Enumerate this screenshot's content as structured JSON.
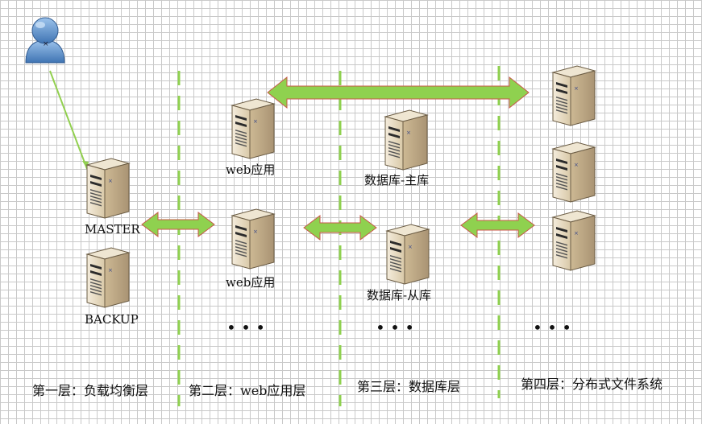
{
  "nodes": {
    "user": {
      "label": ""
    },
    "master": {
      "label": "MASTER"
    },
    "backup": {
      "label": "BACKUP"
    },
    "web1": {
      "label": "web应用"
    },
    "web2": {
      "label": "web应用"
    },
    "db_master": {
      "label": "数据库-主库"
    },
    "db_slave": {
      "label": "数据库-从库"
    },
    "fs1": {
      "label": ""
    },
    "fs2": {
      "label": ""
    },
    "fs3": {
      "label": ""
    }
  },
  "layers": [
    {
      "label": "第一层：负载均衡层"
    },
    {
      "label": "第二层：web应用层"
    },
    {
      "label": "第三层：数据库层"
    },
    {
      "label": "第四层：分布式文件系统"
    }
  ],
  "ellipsis": [
    "•  •  •",
    "•  •  •",
    "•  •  •"
  ],
  "colors": {
    "arrow_fill": "#8fd14f",
    "arrow_stroke": "#c8574a",
    "divider": "#8fd14f",
    "connector": "#92d050",
    "server_body": "#e8dcc3",
    "server_side": "#c3b08d",
    "user_blue": "#5b8ec9"
  }
}
